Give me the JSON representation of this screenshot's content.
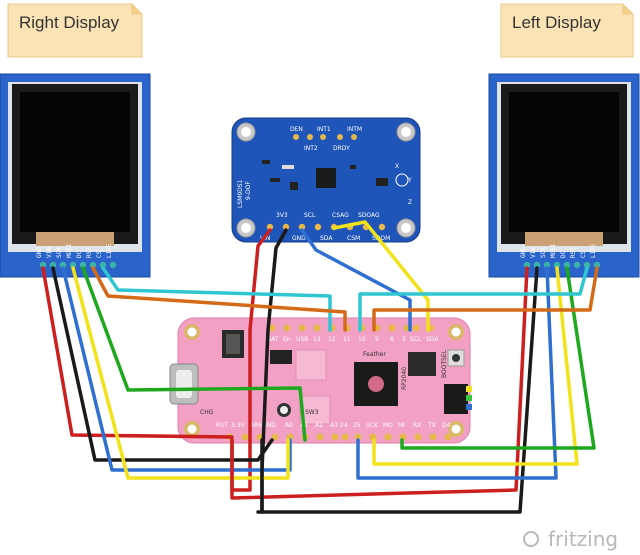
{
  "notes": {
    "right_display": "Right Display",
    "left_display": "Left Display"
  },
  "display_pins": [
    "GND",
    "VIN",
    "SCK",
    "MOSI",
    "DC",
    "RST",
    "CS",
    "LITE"
  ],
  "display_pins_left": [
    "LITE",
    "CS",
    "RST",
    "DC",
    "MOSI",
    "SCK",
    "VIN",
    "GND"
  ],
  "imu": {
    "name_lines": [
      "LSM9DS1",
      "9-DOF"
    ],
    "top_pins": [
      "DEN",
      "INT1",
      "INTM",
      "INT2",
      "DRDY"
    ],
    "bottom_pins": [
      "3V3",
      "SCL",
      "CSAG",
      "SDOAG",
      "VIN",
      "GND",
      "SDA",
      "CSM",
      "SDOM"
    ],
    "axes": [
      "X",
      "Y",
      "Z"
    ]
  },
  "feather": {
    "top_pins": [
      "BAT",
      "En",
      "USB",
      "13",
      "12",
      "11",
      "10",
      "9",
      "6",
      "5",
      "SCL",
      "SDA"
    ],
    "bottom_pins": [
      "RST",
      "3.3V",
      "AREF",
      "GND",
      "A0",
      "A1",
      "A2",
      "A3",
      "24",
      "25",
      "SCK",
      "MO",
      "MI",
      "RX",
      "TX",
      "D4"
    ],
    "board_labels": [
      "Feather",
      "RP2040"
    ],
    "chip_labels": [
      "SW3",
      "BOOTSEL",
      "CHG"
    ]
  },
  "watermark": "fritzing",
  "colors": {
    "red": "#cc1f1f",
    "black": "#1a1a1a",
    "blue": "#2f6fd0",
    "yellow": "#f2e21a",
    "green": "#1ea81e",
    "cyan": "#2fc6d2",
    "orange": "#d46a18",
    "board_pink": "#f2a0c4",
    "imu_blue": "#1f54b8",
    "display_blue": "#2a63c9"
  }
}
